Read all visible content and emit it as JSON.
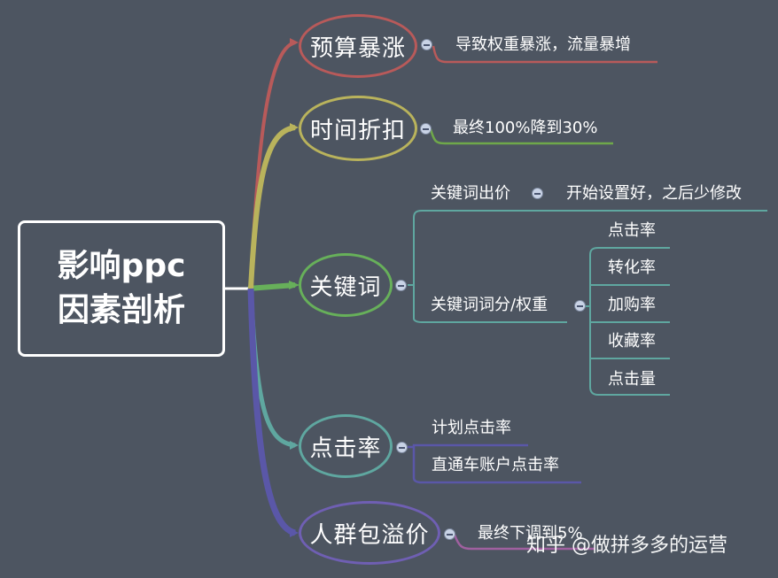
{
  "root": {
    "line1": "影响ppc",
    "line2": "因素剖析"
  },
  "branches": [
    {
      "label": "预算暴涨",
      "color": "#b85a5a",
      "children": [
        "导致权重暴涨，流量暴增"
      ]
    },
    {
      "label": "时间折扣",
      "color": "#b9b35c",
      "children": [
        "最终100%降到30%"
      ],
      "child_line_color": "#6fa84a"
    },
    {
      "label": "关键词",
      "color": "#67b05a",
      "children": [
        "关键词出价",
        "关键词词分/权重"
      ],
      "sub_note": "开始设置好，之后少修改",
      "sub_items": [
        "点击率",
        "转化率",
        "加购率",
        "收藏率",
        "点击量"
      ]
    },
    {
      "label": "点击率",
      "color": "#5fa7a0",
      "children": [
        "计划点击率",
        "直通车账户点击率"
      ]
    },
    {
      "label": "人群包溢价",
      "color": "#6f5fb3",
      "children": [
        "最终下调到5%"
      ],
      "child_line_color": "#a060a0"
    }
  ],
  "colors": {
    "background": "#4d5561",
    "teal": "#5fa7a0",
    "indigo": "#5a57a8"
  },
  "watermark": "知乎 @做拼多多的运营"
}
